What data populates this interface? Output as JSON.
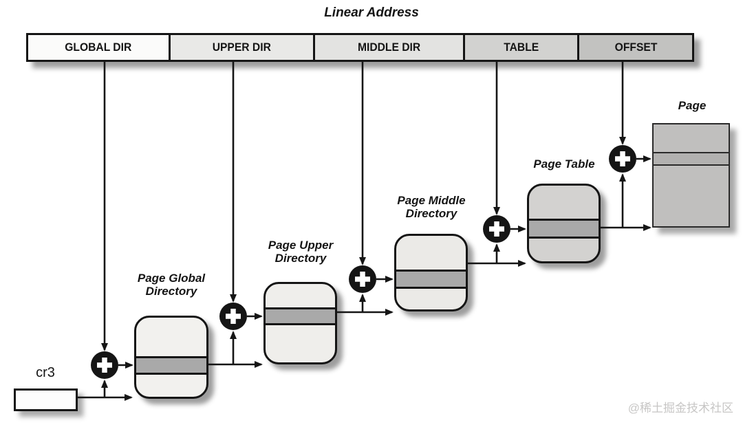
{
  "title": "Linear Address",
  "linear_address_bar": {
    "segments": [
      {
        "label": "GLOBAL DIR",
        "fill": "#fbfbfa"
      },
      {
        "label": "UPPER DIR",
        "fill": "#e9e9e7"
      },
      {
        "label": "MIDDLE DIR",
        "fill": "#e3e3e1"
      },
      {
        "label": "TABLE",
        "fill": "#d2d2d0"
      },
      {
        "label": "OFFSET",
        "fill": "#c2c2c0"
      }
    ]
  },
  "register": {
    "label": "cr3"
  },
  "tables": [
    {
      "label": "Page Global\nDirectory",
      "fill": "#f2f1ee",
      "band_fill": "#a9a9a9"
    },
    {
      "label": "Page Upper\nDirectory",
      "fill": "#efeeeb",
      "band_fill": "#a9a9a9"
    },
    {
      "label": "Page Middle\nDirectory",
      "fill": "#ebeae7",
      "band_fill": "#a9a9a9"
    },
    {
      "label": "Page Table",
      "fill": "#d3d2d0",
      "band_fill": "#a9a9a9"
    }
  ],
  "page": {
    "label": "Page",
    "fill": "#c0bfbe",
    "band_fill": "#b2b1b0"
  },
  "watermark": "@稀土掘金技术社区",
  "colors": {
    "ink": "#151515",
    "background": "#ffffff",
    "watermark": "#c7c6c5"
  }
}
